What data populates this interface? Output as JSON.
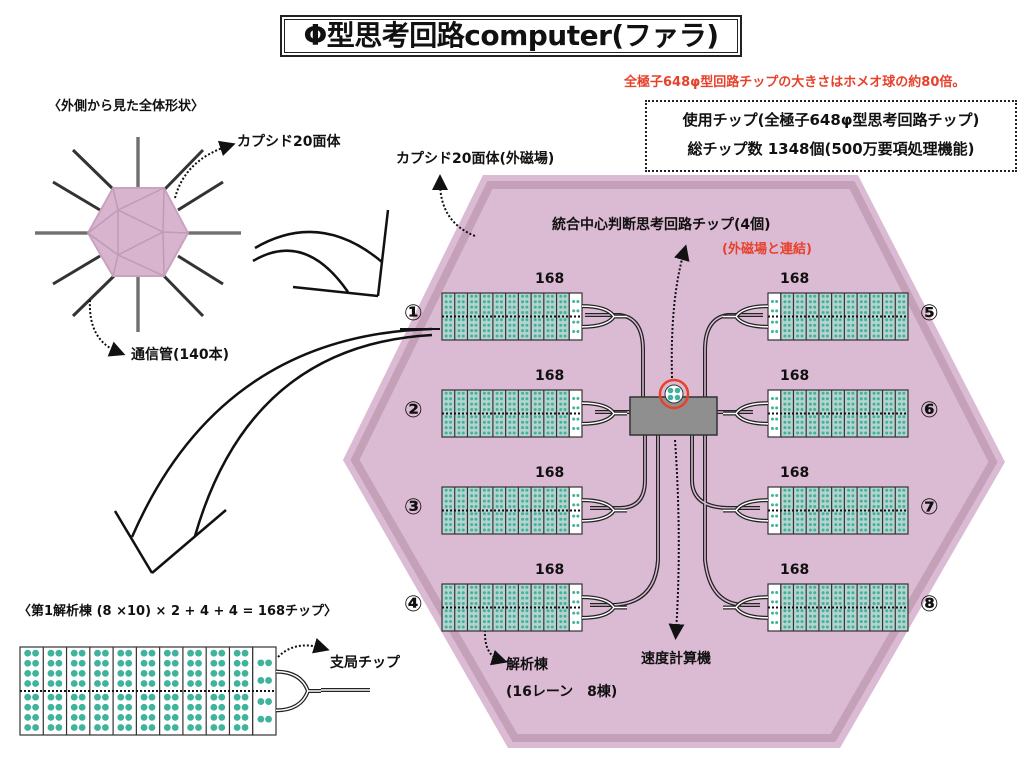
{
  "title": "Φ型思考回路computer(ファラ)",
  "note_top": "全極子648φ型回路チップの大きさはホメオ球の約80倍。",
  "info_box": {
    "line1": "使用チップ(全極子648φ型思考回路チップ)",
    "line2": "総チップ数 1348個(500万要項処理機能)"
  },
  "overview": {
    "heading": "〈外側から見た全体形状〉",
    "capsid_label": "カプシド20面体",
    "tube_label": "通信管(140本)"
  },
  "hexagon": {
    "capsid_label": "カプシド20面体(外磁場)",
    "central_label": "統合中心判断思考回路チップ(4個)",
    "central_sublabel": "(外磁場と連結)",
    "speed_label": "速度計算機",
    "building_label": "解析棟",
    "building_sublabel": "(16レーン　8棟)"
  },
  "buildings": [
    {
      "id": "①",
      "chips": "168",
      "side": "left"
    },
    {
      "id": "②",
      "chips": "168",
      "side": "left"
    },
    {
      "id": "③",
      "chips": "168",
      "side": "left"
    },
    {
      "id": "④",
      "chips": "168",
      "side": "left"
    },
    {
      "id": "⑤",
      "chips": "168",
      "side": "right"
    },
    {
      "id": "⑥",
      "chips": "168",
      "side": "right"
    },
    {
      "id": "⑦",
      "chips": "168",
      "side": "right"
    },
    {
      "id": "⑧",
      "chips": "168",
      "side": "right"
    }
  ],
  "detail": {
    "formula": "〈第1解析棟 (8 ×10) × 2 + 4 + 4 = 168チップ〉",
    "branch_label": "支局チップ"
  },
  "colors": {
    "hex_fill": "#dbbad3",
    "hex_border": "#c5a0b9",
    "chip_dot": "#3fb39b",
    "chip_cell": "#b7d3d0",
    "accent_red": "#e8412b",
    "central_box": "#8f8f8f"
  }
}
